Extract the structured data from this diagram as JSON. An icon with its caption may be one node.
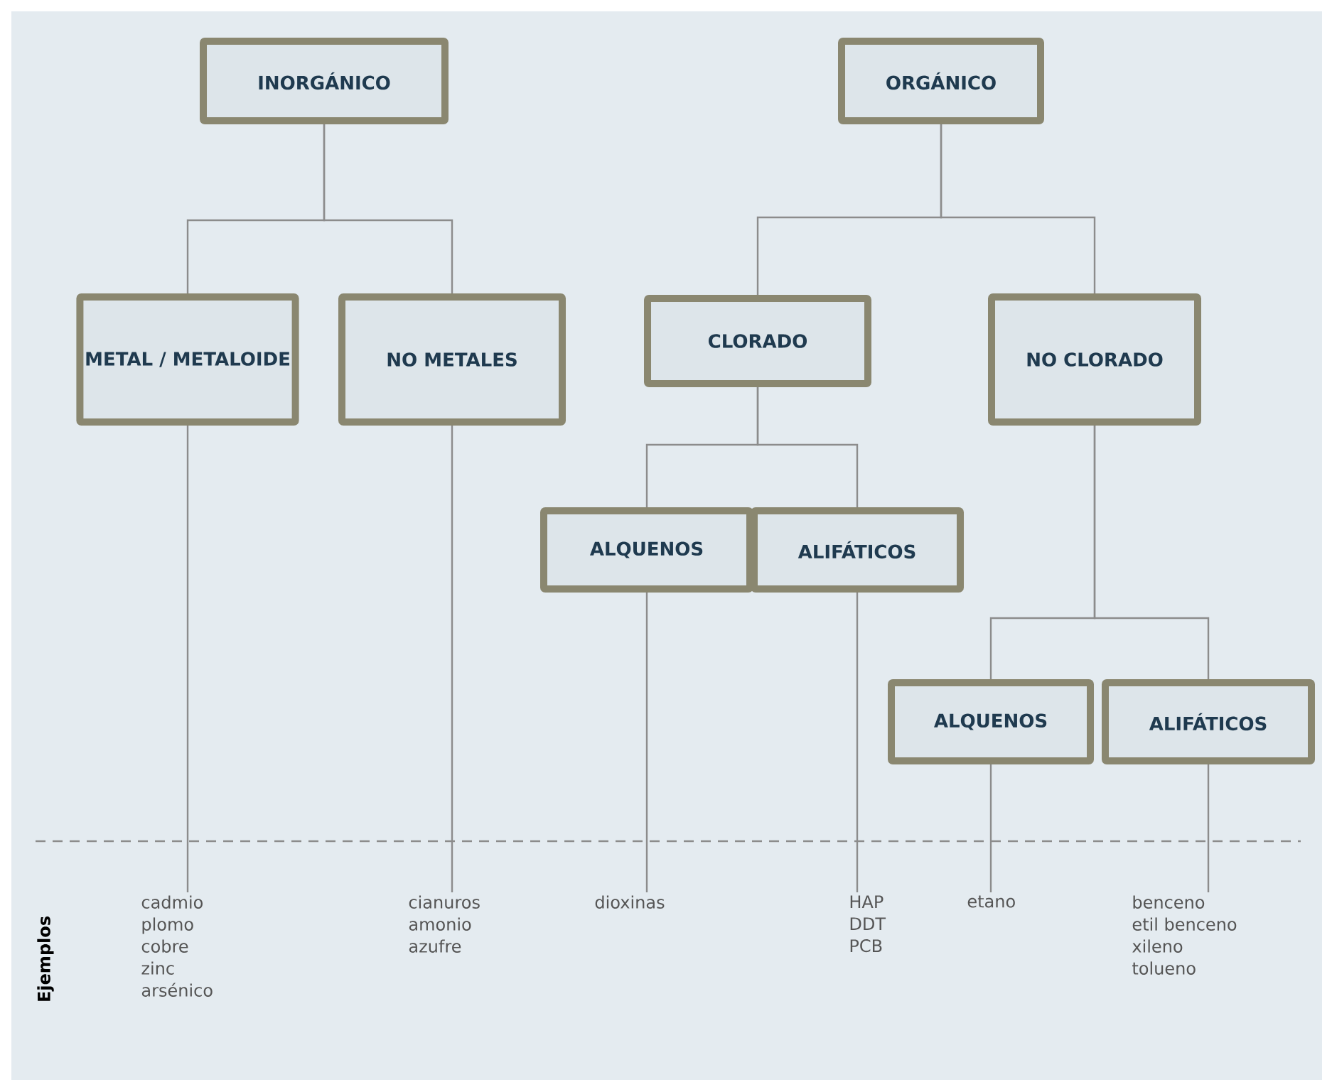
{
  "diagram": {
    "nodes": [
      {
        "text": [
          "INORGÁNICO"
        ]
      },
      {
        "text": [
          "ORGÁNICO"
        ]
      },
      {
        "text": [
          "METAL / METALOIDE"
        ]
      },
      {
        "text": [
          "NO METALES"
        ]
      },
      {
        "text": [
          "CLORADO"
        ]
      },
      {
        "text": [
          "NO CLORADO"
        ]
      },
      {
        "text": [
          "ALQUENOS"
        ]
      },
      {
        "text": [
          "ALIFÁTICOS"
        ]
      },
      {
        "text": [
          "ALQUENOS"
        ]
      },
      {
        "text": [
          "ALIFÁTICOS"
        ]
      },
      {
        "text": [
          "cadmio",
          "plomo",
          "cobre",
          "zinc",
          "arsénico"
        ]
      },
      {
        "text": [
          "cianuros",
          "amonio",
          "azufre"
        ]
      },
      {
        "text": [
          "dioxinas"
        ]
      },
      {
        "text": [
          "HAP",
          "DDT",
          "PCB"
        ]
      },
      {
        "text": [
          "etano"
        ]
      },
      {
        "text": [
          "benceno",
          "etil benceno",
          "xileno",
          "tolueno"
        ]
      }
    ],
    "edges": [
      {
        "from": 0,
        "to": 2,
        "arrow": "none"
      },
      {
        "from": 0,
        "to": 3,
        "arrow": "none"
      },
      {
        "from": 1,
        "to": 4,
        "arrow": "none"
      },
      {
        "from": 1,
        "to": 5,
        "arrow": "none"
      },
      {
        "from": 4,
        "to": 6,
        "arrow": "none"
      },
      {
        "from": 4,
        "to": 7,
        "arrow": "none"
      },
      {
        "from": 5,
        "to": 8,
        "arrow": "none"
      },
      {
        "from": 5,
        "to": 9,
        "arrow": "none"
      },
      {
        "from": 2,
        "to": 10,
        "arrow": "none"
      },
      {
        "from": 3,
        "to": 11,
        "arrow": "none"
      },
      {
        "from": 6,
        "to": 12,
        "arrow": "none"
      },
      {
        "from": 7,
        "to": 13,
        "arrow": "none"
      },
      {
        "from": 8,
        "to": 14,
        "arrow": "none"
      },
      {
        "from": 9,
        "to": 15,
        "arrow": "none"
      }
    ],
    "labels": [
      "Ejemplos"
    ]
  }
}
